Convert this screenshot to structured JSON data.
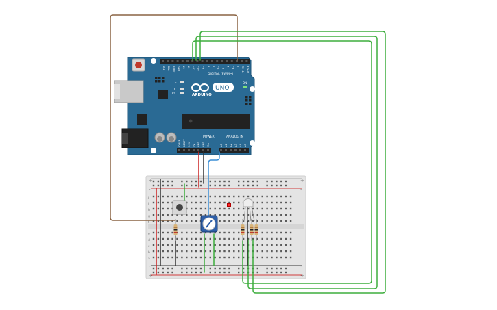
{
  "board": {
    "logo_text": "ARDUINO",
    "model": "UNO",
    "digital_label": "DIGITAL (PWM~)",
    "power_label": "POWER",
    "analog_label": "ANALOG IN",
    "on_label": "ON",
    "l_label": "L",
    "tx_label": "TX",
    "rx_label": "RX",
    "top_pins": [
      "SCL",
      "SDA",
      "AREF",
      "GND",
      "13",
      "12",
      "~11",
      "~10",
      "~9",
      "8",
      "7",
      "~6",
      "~5",
      "4",
      "~3",
      "2",
      "TX→1",
      "RX←0"
    ],
    "power_pins": [
      "IOREF",
      "RESET",
      "3.3V",
      "5V",
      "GND",
      "GND",
      "Vin"
    ],
    "analog_pins": [
      "A0",
      "A1",
      "A2",
      "A3",
      "A4",
      "A5"
    ]
  },
  "breadboard": {
    "col_numbers": [
      "1",
      "5",
      "10",
      "15",
      "20",
      "25",
      "30"
    ],
    "row_letters_top": [
      "j",
      "i",
      "h",
      "g",
      "f"
    ],
    "row_letters_bottom": [
      "e",
      "d",
      "c",
      "b",
      "a"
    ],
    "rail_plus": "+",
    "rail_minus": "-"
  },
  "colors": {
    "board_blue": "#2a6a94",
    "wire_green": "#3dad3d",
    "wire_brown": "#8a6443",
    "wire_red": "#cc2222",
    "wire_blue": "#3b8fd6",
    "wire_black": "#333333",
    "rail_red": "#d13b3b",
    "rail_black": "#333333",
    "breadboard": "#e4e4e4"
  },
  "components": {
    "resistor_count": 4,
    "leds": [
      "red-led",
      "white-led"
    ],
    "potentiometer": "potentiometer-knob",
    "button": "pushbutton"
  }
}
